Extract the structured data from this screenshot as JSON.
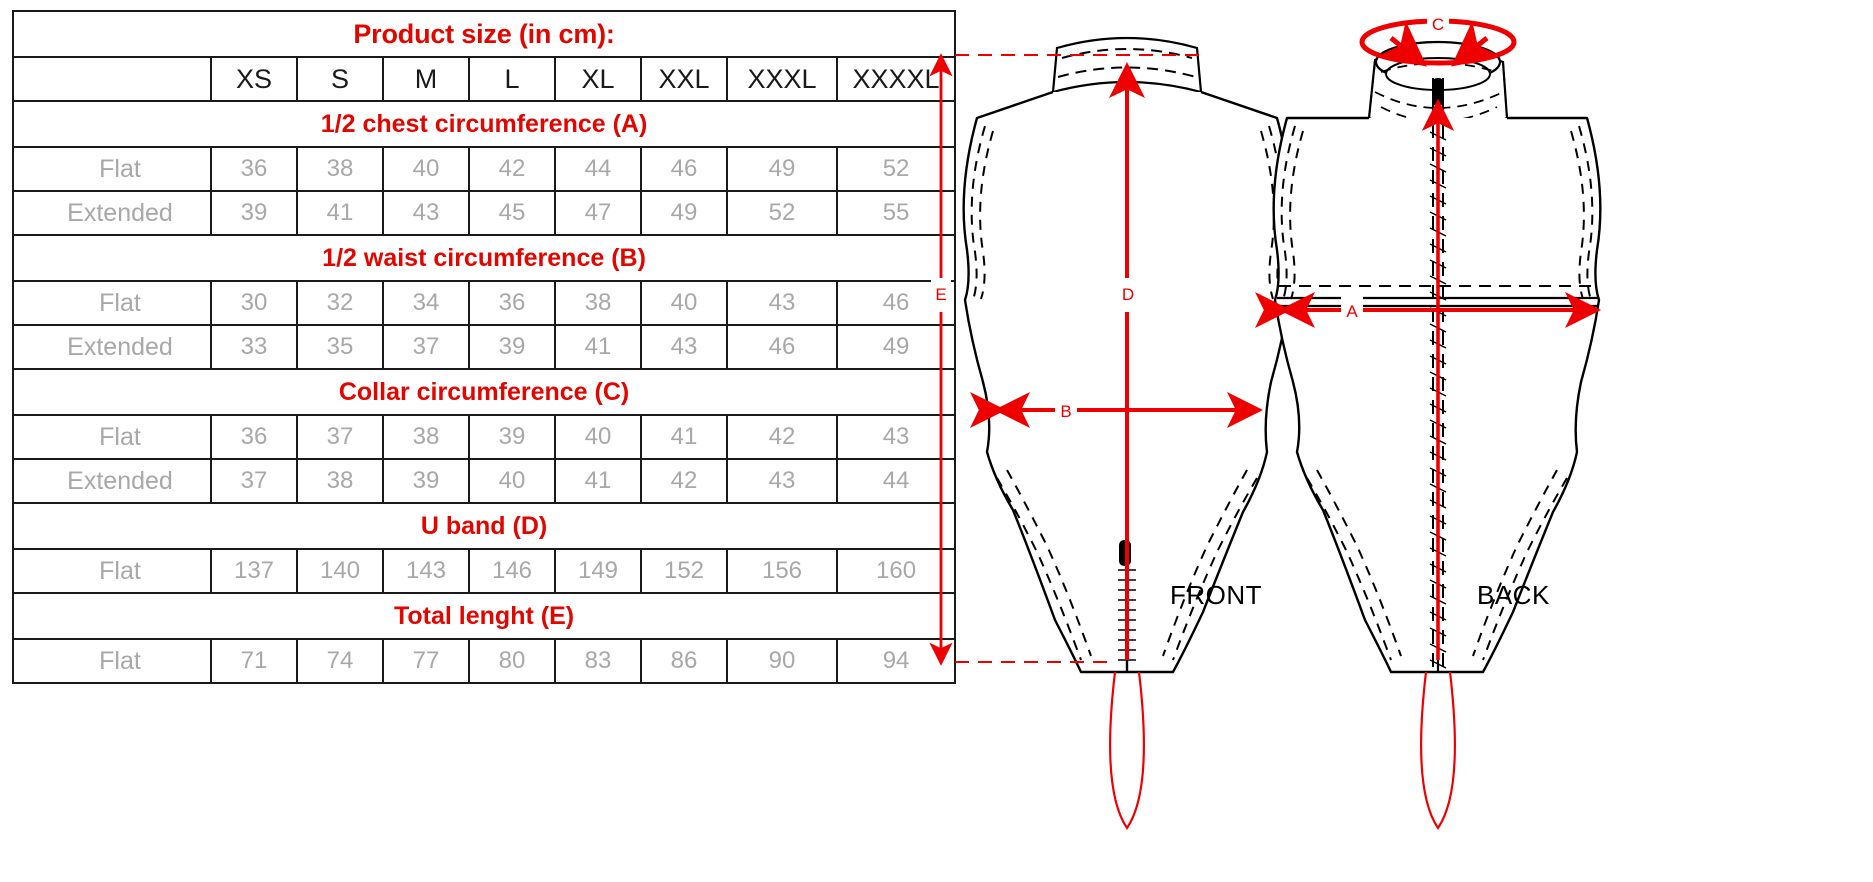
{
  "table": {
    "title": "Product size (in cm):",
    "size_headers": [
      "XS",
      "S",
      "M",
      "L",
      "XL",
      "XXL",
      "XXXL",
      "XXXXL"
    ],
    "sections": [
      {
        "heading": "1/2 chest circumference (A)",
        "rows": [
          {
            "label": "Flat",
            "values": [
              "36",
              "38",
              "40",
              "42",
              "44",
              "46",
              "49",
              "52"
            ]
          },
          {
            "label": "Extended",
            "values": [
              "39",
              "41",
              "43",
              "45",
              "47",
              "49",
              "52",
              "55"
            ]
          }
        ]
      },
      {
        "heading": "1/2 waist circumference (B)",
        "rows": [
          {
            "label": "Flat",
            "values": [
              "30",
              "32",
              "34",
              "36",
              "38",
              "40",
              "43",
              "46"
            ]
          },
          {
            "label": "Extended",
            "values": [
              "33",
              "35",
              "37",
              "39",
              "41",
              "43",
              "46",
              "49"
            ]
          }
        ]
      },
      {
        "heading": "Collar circumference (C)",
        "rows": [
          {
            "label": "Flat",
            "values": [
              "36",
              "37",
              "38",
              "39",
              "40",
              "41",
              "42",
              "43"
            ]
          },
          {
            "label": "Extended",
            "values": [
              "37",
              "38",
              "39",
              "40",
              "41",
              "42",
              "43",
              "44"
            ]
          }
        ]
      },
      {
        "heading": "U band (D)",
        "rows": [
          {
            "label": "Flat",
            "values": [
              "137",
              "140",
              "143",
              "146",
              "149",
              "152",
              "156",
              "160"
            ]
          }
        ]
      },
      {
        "heading": "Total lenght (E)",
        "rows": [
          {
            "label": "Flat",
            "values": [
              "71",
              "74",
              "77",
              "80",
              "83",
              "86",
              "90",
              "94"
            ]
          }
        ]
      }
    ]
  },
  "diagram": {
    "front_label": "FRONT",
    "back_label": "BACK",
    "measure_labels": {
      "a": "A",
      "b": "B",
      "c": "C",
      "d": "D",
      "e": "E"
    },
    "colors": {
      "measure_red": "#ee0000",
      "garment_outline": "#000000",
      "heading_red": "#e10600",
      "value_gray": "#a8a8a8"
    }
  }
}
